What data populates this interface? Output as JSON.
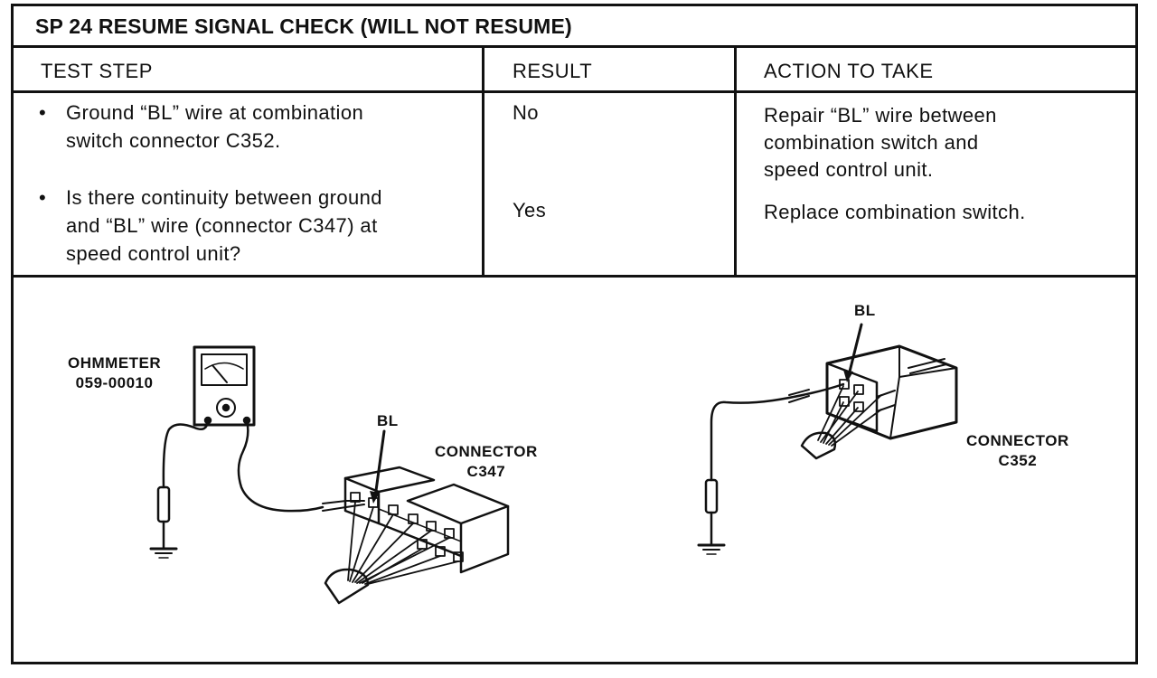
{
  "title": "SP 24 RESUME SIGNAL CHECK (WILL NOT RESUME)",
  "table": {
    "headers": {
      "test_step": "TEST STEP",
      "result": "RESULT",
      "action": "ACTION TO TAKE"
    },
    "steps": [
      {
        "lines": [
          "Ground “BL” wire at combination",
          "switch connector C352."
        ]
      },
      {
        "lines": [
          "Is there continuity between ground",
          "and “BL” wire (connector C347) at",
          "speed control unit?"
        ]
      }
    ],
    "results": [
      {
        "result": "No",
        "action_lines": [
          "Repair “BL” wire between",
          "combination switch and",
          "speed control unit."
        ]
      },
      {
        "result": "Yes",
        "action_lines": [
          "Replace combination switch."
        ]
      }
    ]
  },
  "diagram": {
    "ohmmeter_label": "OHMMETER",
    "ohmmeter_part": "059-00010",
    "bl_label_left": "BL",
    "connector_left_label": "CONNECTOR",
    "connector_left_id": "C347",
    "bl_label_right": "BL",
    "connector_right_label": "CONNECTOR",
    "connector_right_id": "C352"
  }
}
